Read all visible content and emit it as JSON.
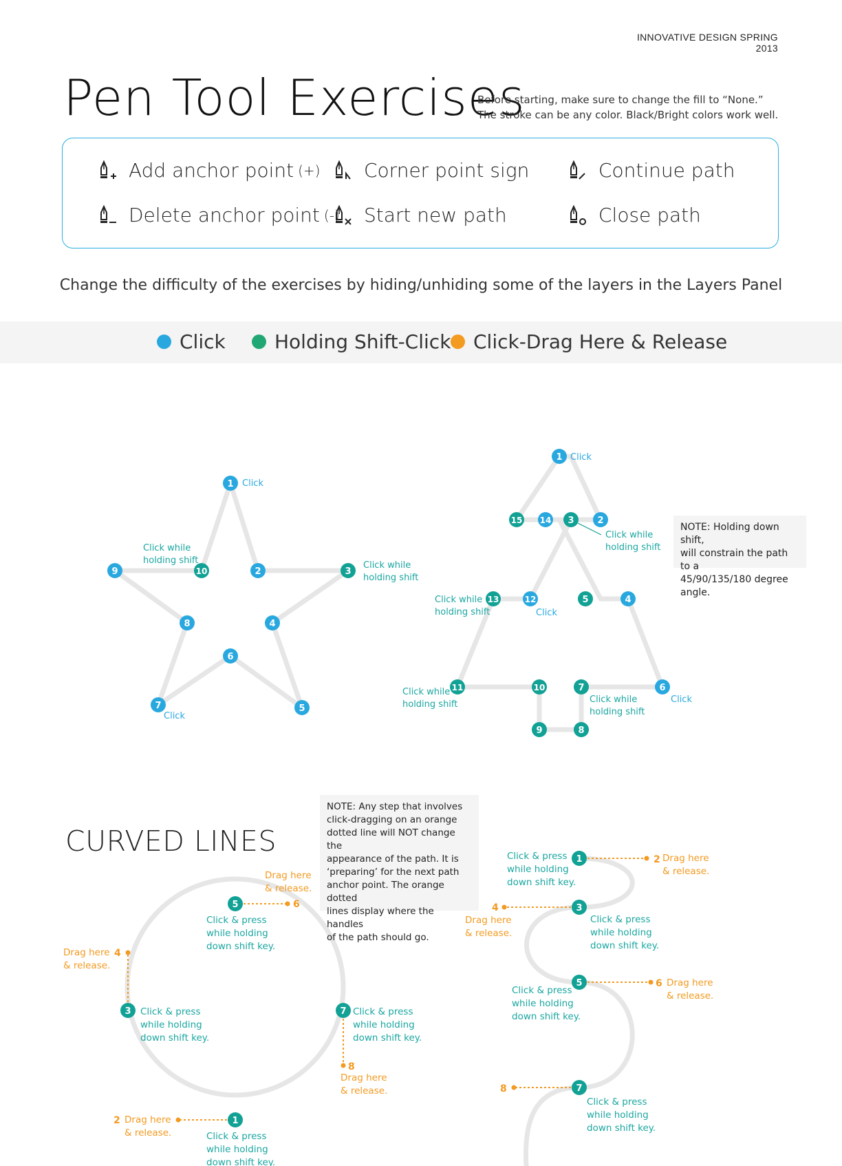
{
  "header": {
    "tag": "INNOVATIVE DESIGN SPRING 2013"
  },
  "title": "Pen Tool Exercises",
  "intro": {
    "line1": "Before starting, make sure to change the fill to “None.”",
    "line2": "The stroke can be any color. Black/Bright colors work well."
  },
  "tools": [
    {
      "label": "Add anchor point",
      "modifier": "(+)",
      "icon": "pen-add-icon"
    },
    {
      "label": "Corner point sign",
      "modifier": "",
      "icon": "pen-corner-icon"
    },
    {
      "label": "Continue path",
      "modifier": "",
      "icon": "pen-continue-icon"
    },
    {
      "label": "Delete anchor point",
      "modifier": "(-)",
      "icon": "pen-delete-icon"
    },
    {
      "label": "Start new path",
      "modifier": "",
      "icon": "pen-start-icon"
    },
    {
      "label": "Close path",
      "modifier": "",
      "icon": "pen-close-icon"
    }
  ],
  "difficulty_text": "Change the difficulty of the exercises by hiding/unhiding some of the layers in the Layers Panel",
  "legend": [
    {
      "label": "Click",
      "color": "#29a8e0"
    },
    {
      "label": "Holding Shift-Click",
      "color": "#21a774"
    },
    {
      "label": "Click-Drag Here & Release",
      "color": "#f39a21"
    }
  ],
  "colors": {
    "blue": "#29a8e0",
    "teal": "#12a195",
    "orange": "#f39a21",
    "path": "#e6e6e6",
    "label_teal": "#1aa6a0"
  },
  "star": {
    "points": [
      {
        "n": "1",
        "type": "click"
      },
      {
        "n": "2",
        "type": "click"
      },
      {
        "n": "3",
        "type": "click"
      },
      {
        "n": "4",
        "type": "click"
      },
      {
        "n": "5",
        "type": "click"
      },
      {
        "n": "6",
        "type": "click"
      },
      {
        "n": "7",
        "type": "click"
      },
      {
        "n": "8",
        "type": "click"
      },
      {
        "n": "9",
        "type": "click"
      },
      {
        "n": "10",
        "type": "click"
      }
    ],
    "labels": {
      "p1": "Click",
      "p10a": "Click while",
      "p10b": "holding shift",
      "p3a": "Click while",
      "p3b": "holding shift",
      "p7": "Click"
    }
  },
  "tree": {
    "points": [
      {
        "n": "1",
        "type": "click"
      },
      {
        "n": "2",
        "type": "click"
      },
      {
        "n": "3",
        "type": "shift"
      },
      {
        "n": "4",
        "type": "click"
      },
      {
        "n": "5",
        "type": "shift"
      },
      {
        "n": "6",
        "type": "click"
      },
      {
        "n": "7",
        "type": "shift"
      },
      {
        "n": "8",
        "type": "shift"
      },
      {
        "n": "9",
        "type": "shift"
      },
      {
        "n": "10",
        "type": "shift"
      },
      {
        "n": "11",
        "type": "shift"
      },
      {
        "n": "12",
        "type": "click"
      },
      {
        "n": "13",
        "type": "shift"
      },
      {
        "n": "14",
        "type": "click"
      },
      {
        "n": "15",
        "type": "shift"
      }
    ],
    "labels": {
      "p1": "Click",
      "p3a": "Click while",
      "p3b": "holding shift",
      "p13a": "Click while",
      "p13b": "holding shift",
      "p12": "Click",
      "p11a": "Click while",
      "p11b": "holding shift",
      "p7a": "Click while",
      "p7b": "holding shift",
      "p6": "Click"
    },
    "note": [
      "NOTE: Holding down shift,",
      "will constrain the path to a",
      "45/90/135/180 degree angle."
    ]
  },
  "curved": {
    "title": "CURVED LINES",
    "note": [
      "NOTE: Any step that involves",
      "click-dragging on an orange",
      "dotted line will NOT change the",
      "appearance of the path. It is",
      "‘preparing’ for the next path",
      "anchor point. The orange dotted",
      "lines display where the handles",
      "of the path should go."
    ],
    "press_a": "Click & press",
    "press_b": "while holding",
    "press_c": "down shift key.",
    "drag_a": "Drag here",
    "drag_b": "& release.",
    "circle_nums": [
      "1",
      "2",
      "3",
      "4",
      "5",
      "6",
      "7",
      "8"
    ],
    "s_nums": [
      "1",
      "2",
      "3",
      "4",
      "5",
      "6",
      "7",
      "8"
    ]
  }
}
